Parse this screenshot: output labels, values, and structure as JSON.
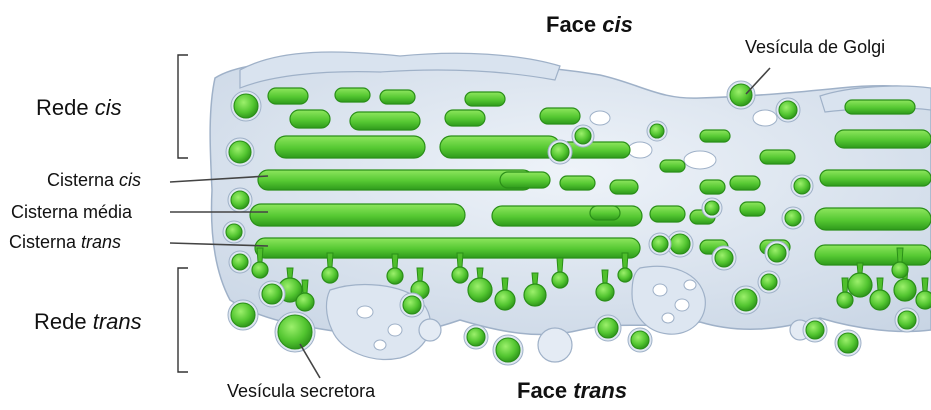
{
  "face_top": {
    "text": "Face ",
    "italic": "cis"
  },
  "face_bottom": {
    "text": "Face ",
    "italic": "trans"
  },
  "golgi_vesicle": "Vesícula de Golgi",
  "secretory_vesicle": "Vesícula secretora",
  "rede_cis": {
    "text": "Rede ",
    "italic": "cis"
  },
  "rede_trans": {
    "text": "Rede ",
    "italic": "trans"
  },
  "cisterna_cis": {
    "text": "Cisterna ",
    "italic": "cis"
  },
  "cisterna_media": "Cisterna média",
  "cisterna_trans": {
    "text": "Cisterna ",
    "italic": "trans"
  },
  "colors": {
    "membrane": "#c9d6e6",
    "membrane_edge": "#9fb1c8",
    "lumen": "#5fd13a",
    "lumen_dark": "#2f9a1c",
    "line": "#444444"
  }
}
